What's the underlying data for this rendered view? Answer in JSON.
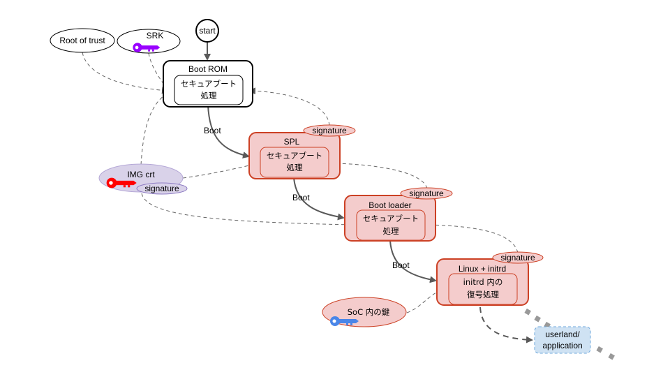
{
  "diagram": {
    "title": "Secure boot chain",
    "colors": {
      "stage_fill": "#f4cccc",
      "stage_stroke": "#cc4125",
      "bootrom_stroke": "#000000",
      "arrow": "#595959",
      "dashed": "#666666",
      "imgcrt_fill": "#d9d2e9",
      "imgcrt_stroke": "#8e7cc3",
      "srk_key": "#9900ff",
      "imgcrt_key": "#ff0000",
      "soc_key": "#4a86e8",
      "userland_fill": "#cfe2f3",
      "userland_stroke": "#6fa8dc",
      "dots": "#999999"
    },
    "start": {
      "label": "start"
    },
    "sources": {
      "root_of_trust": {
        "label": "Root of trust"
      },
      "srk": {
        "label": "SRK",
        "icon": "key-icon"
      },
      "img_crt": {
        "label": "IMG crt",
        "icon": "key-icon",
        "signature": "signature"
      },
      "soc_key": {
        "label": "SoC 内の鍵",
        "icon": "key-icon"
      }
    },
    "stages": [
      {
        "id": "boot-rom",
        "title": "Boot ROM",
        "inner_line1": "セキュアブート",
        "inner_line2": "処理",
        "signature": ""
      },
      {
        "id": "spl",
        "title": "SPL",
        "inner_line1": "セキュアブート",
        "inner_line2": "処理",
        "signature": "signature"
      },
      {
        "id": "boot-loader",
        "title": "Boot loader",
        "inner_line1": "セキュアブート",
        "inner_line2": "処理",
        "signature": "signature"
      },
      {
        "id": "linux",
        "title": "Linux + initrd",
        "inner_line1": "initrd 内の",
        "inner_line2": "復号処理",
        "signature": "signature"
      }
    ],
    "boot_edges": [
      {
        "from": "boot-rom",
        "to": "spl",
        "label": "Boot"
      },
      {
        "from": "spl",
        "to": "boot-loader",
        "label": "Boot"
      },
      {
        "from": "boot-loader",
        "to": "linux",
        "label": "Boot"
      }
    ],
    "userland": {
      "line1": "userland/",
      "line2": "application"
    }
  }
}
